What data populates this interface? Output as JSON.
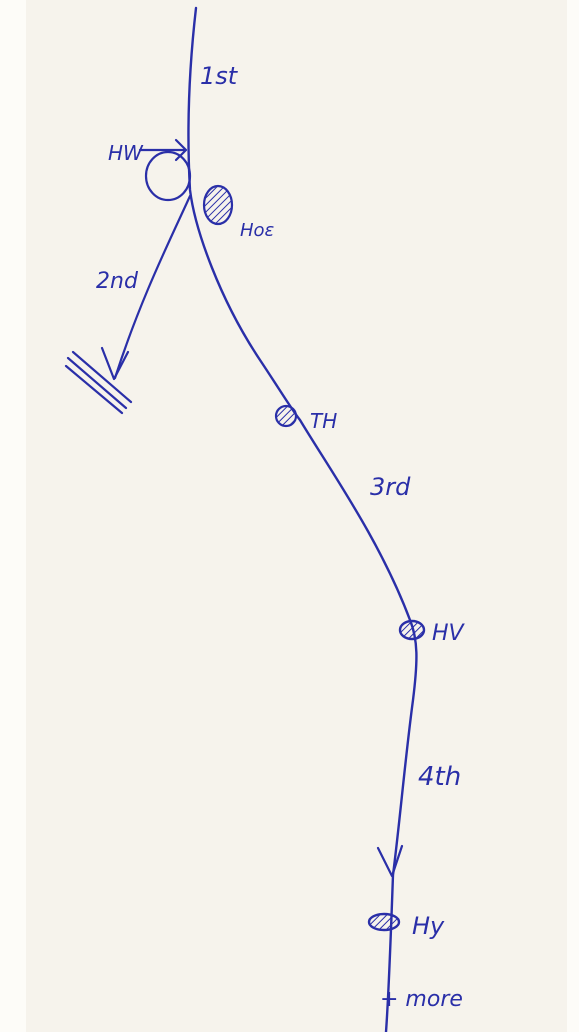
{
  "ink_color": "#2a2fa8",
  "paper_color": "#f6f3ec",
  "labels": {
    "segment_1": "1st",
    "segment_2": "2nd",
    "segment_3": "3rd",
    "segment_4": "4th",
    "more": "+ more"
  },
  "nodes": {
    "hw": "HW",
    "hoe": "Hoε",
    "th": "TH",
    "hv": "HV",
    "hy": "Hy"
  }
}
